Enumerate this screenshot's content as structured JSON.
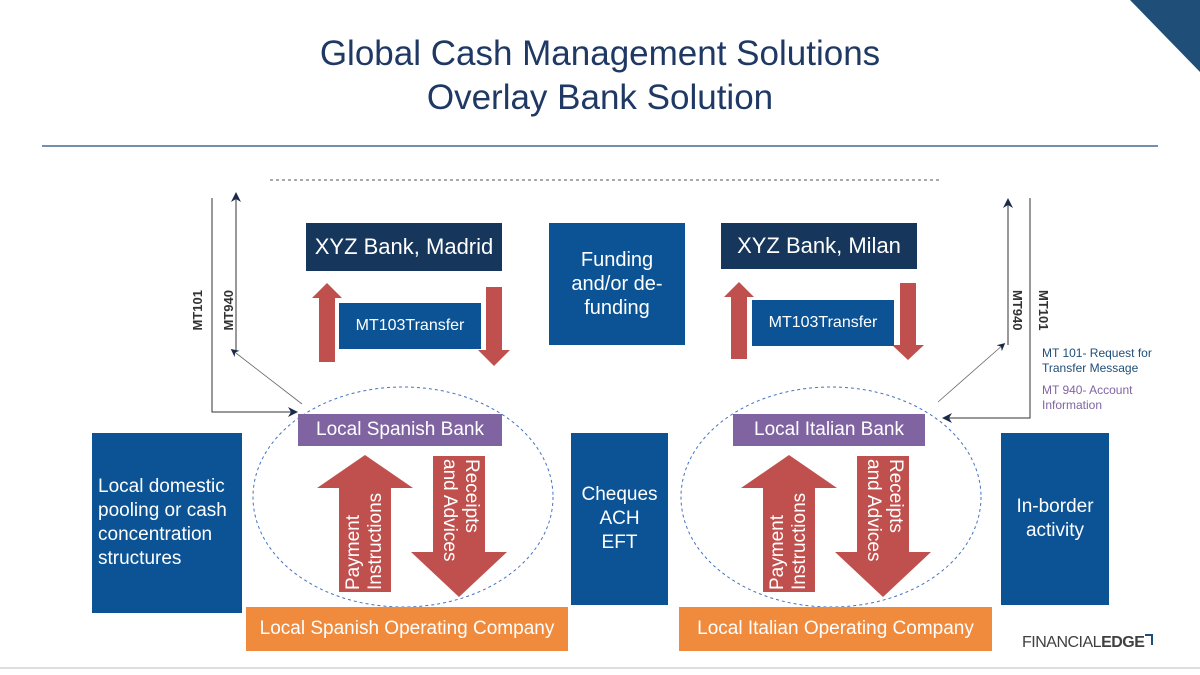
{
  "title": {
    "line1": "Global Cash Management Solutions",
    "line2": "Overlay Bank Solution"
  },
  "left": {
    "bank_box": "XYZ Bank, Madrid",
    "transfer": "MT103Transfer",
    "local_bank": "Local Spanish Bank",
    "payment_instructions": "Payment Instructions",
    "receipts_advices": "Receipts and Advices",
    "operating_company": "Local Spanish Operating Company",
    "pooling_box": "Local domestic pooling or cash concentration structures",
    "mt101": "MT101",
    "mt940": "MT940"
  },
  "center": {
    "funding": "Funding and/or de- funding",
    "cheques": [
      "Cheques",
      "ACH",
      "EFT"
    ]
  },
  "right": {
    "bank_box": "XYZ Bank, Milan",
    "transfer": "MT103Transfer",
    "local_bank": "Local Italian Bank",
    "payment_instructions": "Payment Instructions",
    "receipts_advices": "Receipts and Advices",
    "operating_company": "Local Italian Operating Company",
    "inborder_box": "In-border activity",
    "mt101": "MT101",
    "mt940": "MT940"
  },
  "legend": {
    "mt101": "MT 101- Request for Transfer Message",
    "mt940": "MT 940- Account Information"
  },
  "logo": {
    "part1": "FINANCIAL",
    "part2": "EDGE"
  },
  "colors": {
    "navy": "#16365c",
    "blue": "#0b5395",
    "red": "#c0504d",
    "purple": "#8064a2",
    "orange": "#f08a3c",
    "title": "#1f3864"
  }
}
